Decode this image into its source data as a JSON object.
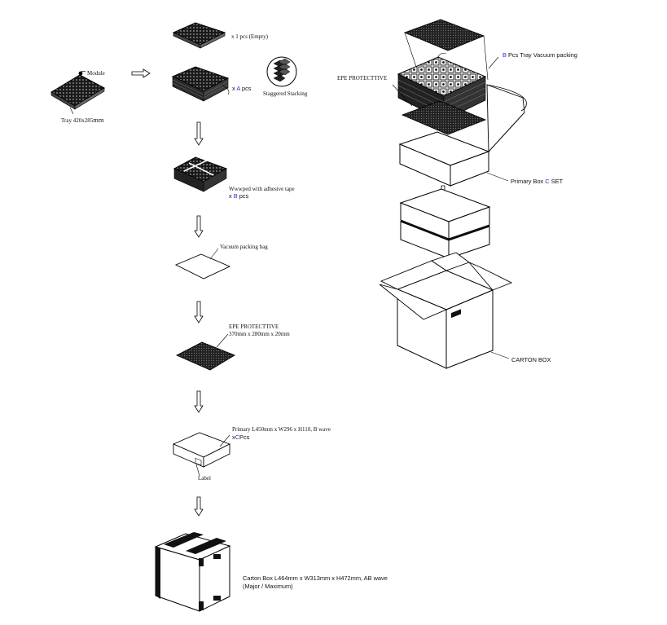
{
  "left_flow": {
    "module_label": "Module",
    "tray_label": "Tray 420x285",
    "tray_unit": "mm",
    "empty_qty_label": "x 1 pcs (Empty)",
    "stack_prefix": "x",
    "stack_code": "A",
    "stack_suffix": "pcs",
    "staggered_label": "Staggered Stacking",
    "wrapped_label": "Wwwped with adhesive tape",
    "wrapped_prefix": "x",
    "wrapped_code": "B",
    "wrapped_suffix": "pcs",
    "vacuum_bag_label": "Vacuum packing bag",
    "epe_title": "EPE PROTECTTIVE",
    "epe_dims": "370mm x 280mm x 20mm",
    "primary_box_label": "Primary L450mm x W296 x H110, B wave",
    "primary_qty_prefix": "x",
    "primary_qty_code": "C",
    "primary_qty_suffix": "Pcs",
    "label_tag": "Label",
    "carton_label": "Carton Box L464mm x W313mm x H472mm, AB wave",
    "carton_note": "(Major / Maximum)"
  },
  "right_flow": {
    "tray_code": "B",
    "tray_vacuum_label": "Pcs Tray Vacuum packing",
    "epe_label": "EPE PROTECTTIVE",
    "primary_box_prefix": "Primary Box",
    "primary_box_code": "C",
    "primary_box_suffix": "SET",
    "carton_label": "CARTON BOX"
  },
  "colors": {
    "ink": "#111111",
    "code_blue": "#2a2ad0"
  }
}
